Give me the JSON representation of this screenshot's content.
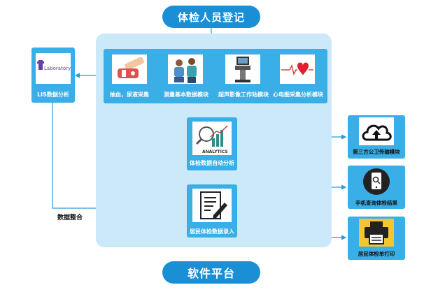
{
  "header": {
    "title": "体检人员登记"
  },
  "footer": {
    "title": "软件平台"
  },
  "lis": {
    "label": "LIS数据分析",
    "logo_text": "Laboratory"
  },
  "modules": [
    {
      "label": "抽血，尿液采集",
      "icon": "blood-collection-icon"
    },
    {
      "label": "测量基本数据模块",
      "icon": "measurement-icon"
    },
    {
      "label": "超声影像工作站模块",
      "icon": "ultrasound-icon"
    },
    {
      "label": "心电图采集分析模块",
      "icon": "ecg-icon"
    }
  ],
  "analysis": {
    "label": "体检数据自动分析",
    "icon_text": "ANALYTICS"
  },
  "entry": {
    "label": "居民体检数据录入"
  },
  "integration": {
    "label": "数据整合"
  },
  "outputs": [
    {
      "label": "第三方公卫传输模块",
      "icon": "cloud-upload-icon"
    },
    {
      "label": "手机查询体检结果",
      "icon": "mobile-search-icon"
    },
    {
      "label": "居民体检单打印",
      "icon": "printer-icon"
    }
  ],
  "colors": {
    "accent": "#1a8fd6",
    "card": "#3aaee6",
    "platform": "#cbe9f8",
    "line": "#2a9ad8"
  }
}
